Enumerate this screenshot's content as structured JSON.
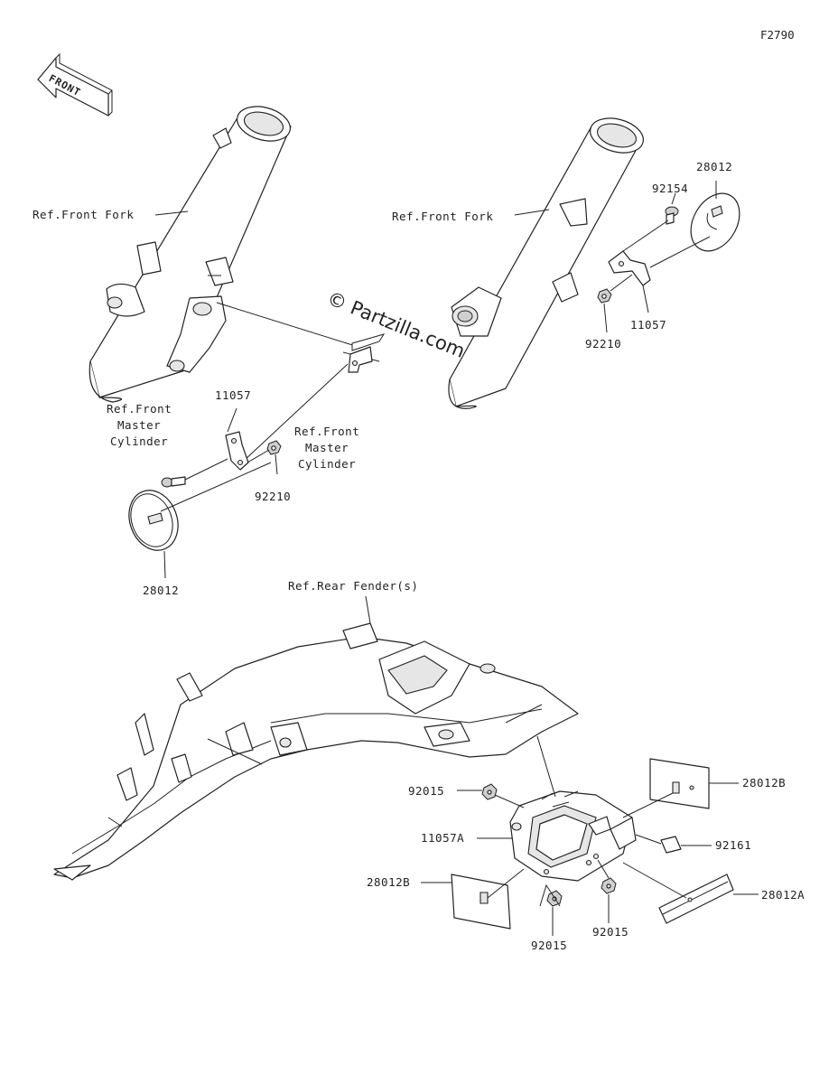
{
  "figure_code": "F2790",
  "front_arrow_label": "FRONT",
  "watermark": "© Partzilla.com",
  "labels": {
    "ref_front_fork_left": "Ref.Front Fork",
    "ref_front_fork_right": "Ref.Front Fork",
    "ref_front_master_cylinder_left": "Ref.Front\nMaster\nCylinder",
    "ref_front_master_cylinder_center": "Ref.Front\nMaster\nCylinder",
    "ref_rear_fenders": "Ref.Rear Fender(s)"
  },
  "parts": {
    "p11057_left": "11057",
    "p92210_left": "92210",
    "p28012_left": "28012",
    "p28012_right": "28012",
    "p92154": "92154",
    "p11057_right": "11057",
    "p92210_right": "92210",
    "p92015_top": "92015",
    "p11057A": "11057A",
    "p28012B_left": "28012B",
    "p28012B_right": "28012B",
    "p92161": "92161",
    "p28012A": "28012A",
    "p92015_bottom_left": "92015",
    "p92015_bottom_right": "92015"
  }
}
